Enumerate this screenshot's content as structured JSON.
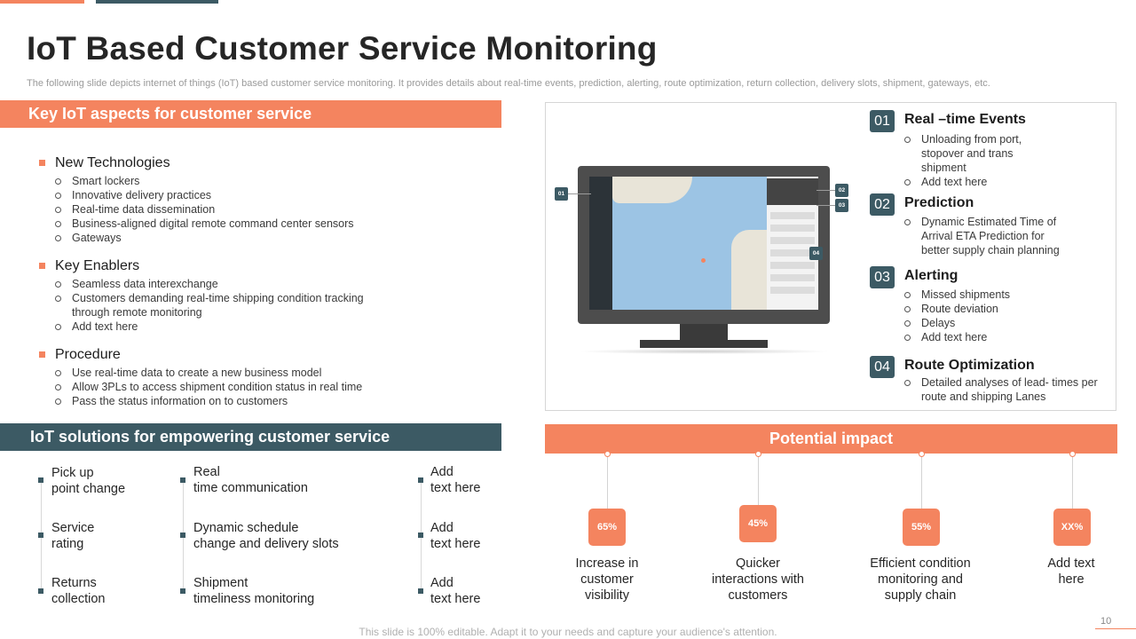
{
  "slide": {
    "title": "IoT Based Customer Service Monitoring",
    "subtitle": "The following slide depicts internet of things (IoT) based customer service monitoring. It provides details about real-time events, prediction, alerting, route optimization, return collection, delivery slots, shipment, gateways, etc.",
    "footer_note": "This slide is 100% editable. Adapt it to your needs and capture your audience's attention.",
    "page_number": "10"
  },
  "key_aspects": {
    "header": "Key IoT aspects for customer service",
    "groups": [
      {
        "title": "New Technologies",
        "items": [
          "Smart lockers",
          "Innovative  delivery practices",
          "Real-time data dissemination",
          "Business-aligned digital remote command center sensors",
          "Gateways"
        ]
      },
      {
        "title": "Key Enablers",
        "items": [
          "Seamless data interexchange",
          "Customers demanding real-time shipping condition tracking",
          "through remote monitoring",
          "Add text here"
        ]
      },
      {
        "title": "Procedure",
        "items": [
          "Use real-time data to create a new business model",
          "Allow 3PLs  to access shipment condition status in real time",
          "Pass the status information on to customers"
        ]
      }
    ]
  },
  "solutions": {
    "header": "IoT solutions for empowering customer service",
    "col1": [
      [
        "Pick up",
        "point change"
      ],
      [
        "Service",
        "rating"
      ],
      [
        "Returns",
        "collection"
      ]
    ],
    "col2": [
      [
        "Real",
        "time communication"
      ],
      [
        "Dynamic schedule",
        "change and delivery slots"
      ],
      [
        "Shipment",
        "timeliness monitoring"
      ]
    ],
    "col3": [
      [
        "Add",
        "text here"
      ],
      [
        "Add",
        "text here"
      ],
      [
        "Add",
        "text here"
      ]
    ]
  },
  "monitor_badges": [
    "01",
    "02",
    "03",
    "04"
  ],
  "features": [
    {
      "num": "01",
      "title": "Real –time Events",
      "items": [
        "Unloading from port,",
        "stopover and trans",
        "shipment",
        "Add text here"
      ],
      "bullets": [
        0,
        3
      ]
    },
    {
      "num": "02",
      "title": "Prediction",
      "items": [
        "Dynamic Estimated Time of",
        "Arrival ETA Prediction for",
        "better supply chain planning"
      ],
      "bullets": [
        0
      ]
    },
    {
      "num": "03",
      "title": "Alerting",
      "items": [
        "Missed shipments",
        "Route deviation",
        "Delays",
        "Add text here"
      ],
      "bullets": [
        0,
        1,
        2,
        3
      ]
    },
    {
      "num": "04",
      "title": "Route Optimization",
      "items": [
        "Detailed analyses of lead- times per",
        "route and shipping Lanes"
      ],
      "bullets": [
        0
      ]
    }
  ],
  "impact": {
    "header": "Potential impact",
    "items": [
      {
        "value": "65%",
        "label": [
          "Increase in",
          "customer",
          "visibility"
        ]
      },
      {
        "value": "45%",
        "label": [
          "Quicker",
          "interactions with",
          "customers"
        ]
      },
      {
        "value": "55%",
        "label": [
          "Efficient condition",
          "monitoring and",
          "supply chain"
        ]
      },
      {
        "value": "XX%",
        "label": [
          "Add text",
          "here"
        ]
      }
    ]
  },
  "colors": {
    "accent": "#f4845f",
    "dark": "#3c5a64"
  }
}
